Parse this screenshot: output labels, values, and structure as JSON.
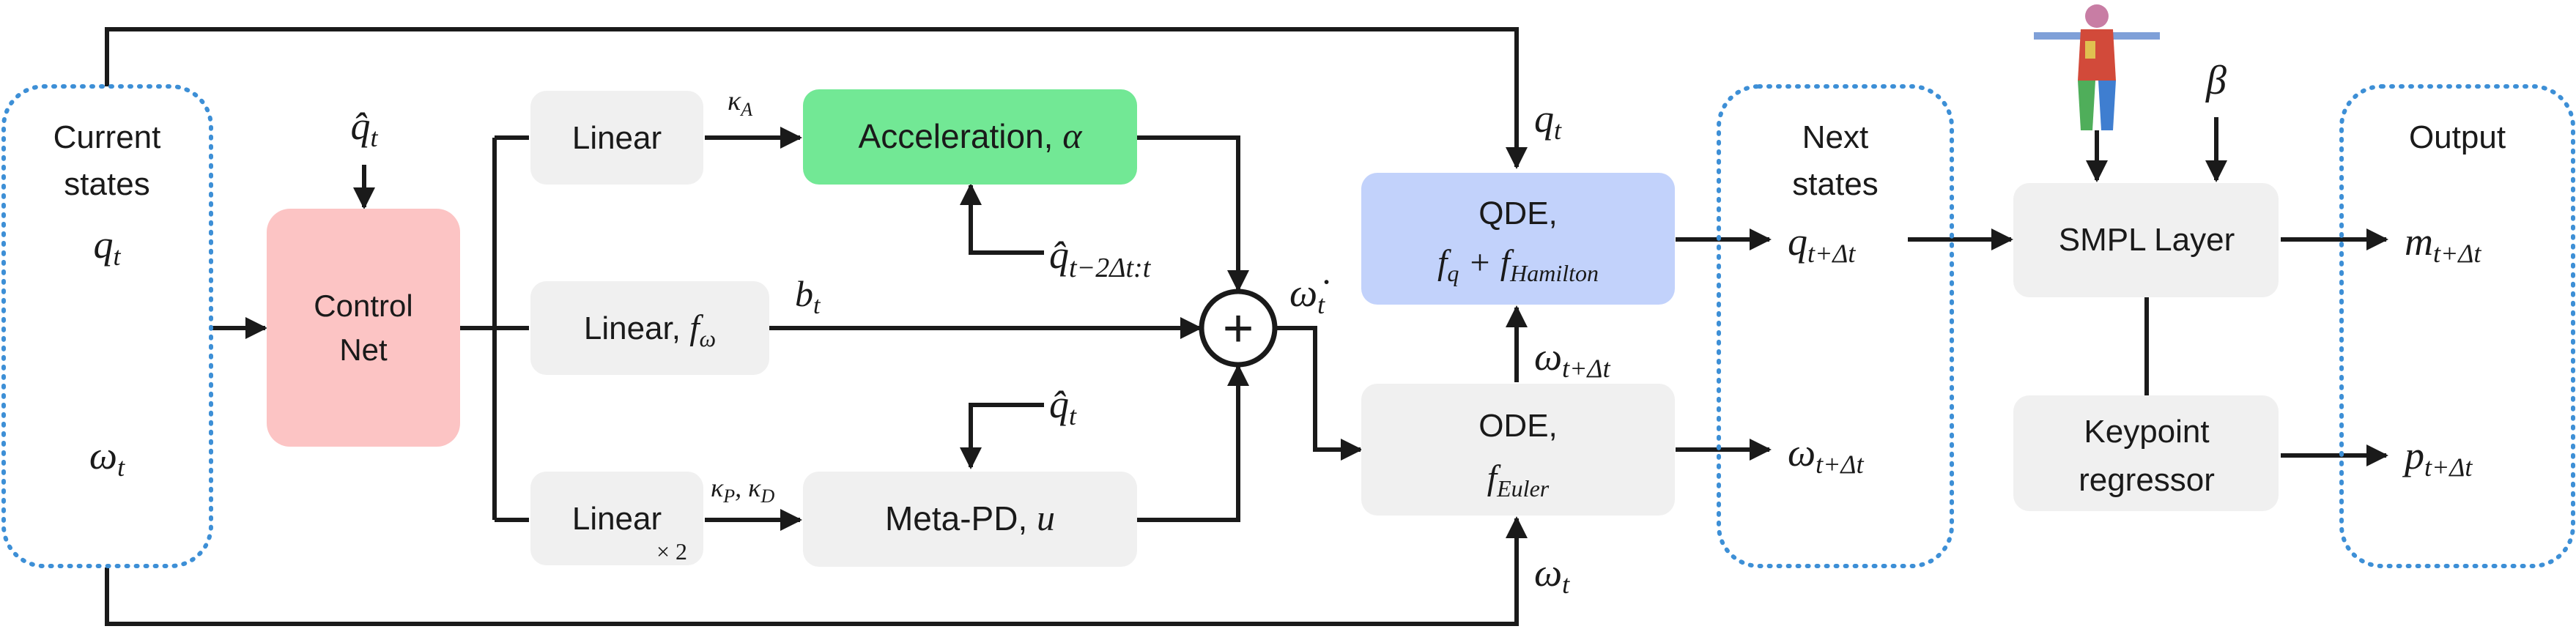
{
  "colors": {
    "gray_box": "#f0f0f0",
    "control_net": "#fcc4c4",
    "acceleration": "#72e895",
    "qde": "#c2d2fb",
    "dotted_border": "#3d8fd6",
    "line": "#1a1a1a"
  },
  "current_states": {
    "title_line1": "Current",
    "title_line2": "states",
    "q": "q",
    "q_sub": "t",
    "omega": "ω",
    "omega_sub": "t"
  },
  "control_net": {
    "line1": "Control",
    "line2": "Net",
    "input": "q̂",
    "input_sub": "t"
  },
  "linear_top": {
    "label": "Linear",
    "kappa": "κ",
    "kappa_sub": "A"
  },
  "linear_mid": {
    "label": "Linear, ",
    "f": "f",
    "f_sub": "ω",
    "b": "b",
    "b_sub": "t"
  },
  "linear_bot": {
    "label": "Linear",
    "times": "× 2",
    "kappa": "κ",
    "kappa_sub1": "P",
    "sep": ", ",
    "kappa2": "κ",
    "kappa_sub2": "D"
  },
  "acceleration": {
    "label": "Acceleration, ",
    "alpha": "α",
    "hist": "q̂",
    "hist_sub": "t−2Δt:t"
  },
  "meta_pd": {
    "label": "Meta-PD, ",
    "u": "u",
    "input": "q̂",
    "input_sub": "t"
  },
  "sum": {
    "symbol": "+",
    "out": "ω̇",
    "out_sub": "t"
  },
  "qde": {
    "line1": "QDE,",
    "f": "f",
    "f_sub": "q",
    "plus": " + ",
    "f2": "f",
    "f2_sub": "Hamilton",
    "q_in": "q",
    "q_in_sub": "t"
  },
  "ode": {
    "line1": "ODE,",
    "f": "f",
    "f_sub": "Euler",
    "omega_in": "ω",
    "omega_in_sub": "t",
    "omega_out": "ω",
    "omega_out_sub": "t+Δt"
  },
  "next_states": {
    "title_line1": "Next",
    "title_line2": "states",
    "q": "q",
    "q_sub": "t+Δt",
    "omega": "ω",
    "omega_sub": "t+Δt"
  },
  "smpl": {
    "label": "SMPL Layer",
    "beta": "β"
  },
  "keypoint": {
    "line1": "Keypoint",
    "line2": "regressor"
  },
  "output": {
    "title": "Output",
    "m": "m",
    "m_sub": "t+Δt",
    "p": "p",
    "p_sub": "t+Δt"
  }
}
